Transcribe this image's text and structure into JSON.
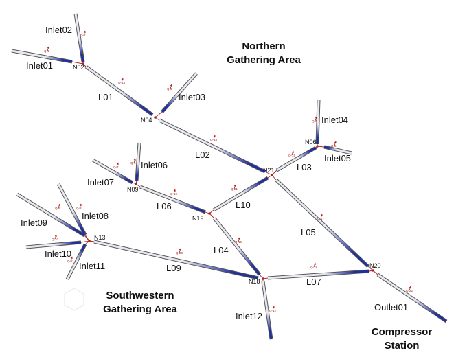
{
  "areas": {
    "northern_line1": "Northern",
    "northern_line2": "Gathering Area",
    "southwestern_line1": "Southwestern",
    "southwestern_line2": "Gathering Area",
    "compressor_line1": "Compressor",
    "compressor_line2": "Station"
  },
  "nodes": {
    "N02": "N02",
    "N04": "N04",
    "N06": "N06",
    "N09": "N09",
    "N13": "N13",
    "N18": "N18",
    "N19": "N19",
    "N20": "N20",
    "N21": "N21"
  },
  "pipes": {
    "Inlet01": "Inlet01",
    "Inlet02": "Inlet02",
    "Inlet03": "Inlet03",
    "Inlet04": "Inlet04",
    "Inlet05": "Inlet05",
    "Inlet06": "Inlet06",
    "Inlet07": "Inlet07",
    "Inlet08": "Inlet08",
    "Inlet09": "Inlet09",
    "Inlet10": "Inlet10",
    "Inlet11": "Inlet11",
    "Inlet12": "Inlet12",
    "L01": "L01",
    "L02": "L02",
    "L03": "L03",
    "L04": "L04",
    "L05": "L05",
    "L06": "L06",
    "L07": "L07",
    "L09": "L09",
    "L10": "L10",
    "Outlet01": "Outlet01"
  },
  "flow_tags": {
    "Q1": "Q-1",
    "Q2": "Q-2",
    "Q3": "Q-3",
    "Q4": "Q-4",
    "Q5": "Q-5",
    "Q6": "Q-6",
    "Q7": "Q-7",
    "Q8": "Q-8",
    "Q9": "Q-9",
    "Q10": "Q-10",
    "Q11": "Q-11",
    "Q12": "Q-12",
    "Q13": "Q-13",
    "Q14": "Q-14",
    "Q15": "Q-15",
    "Q16": "Q-16",
    "Q17": "Q-17",
    "Q18": "Q-18",
    "Q19": "Q-19",
    "Q20": "Q-20",
    "Q21": "Q-21",
    "Q22": "Q-22"
  },
  "colors": {
    "pipe_dark": "#1f2f9f",
    "pipe_light": "#e8e8f0",
    "outline": "#555555",
    "connector": "#b02020"
  }
}
